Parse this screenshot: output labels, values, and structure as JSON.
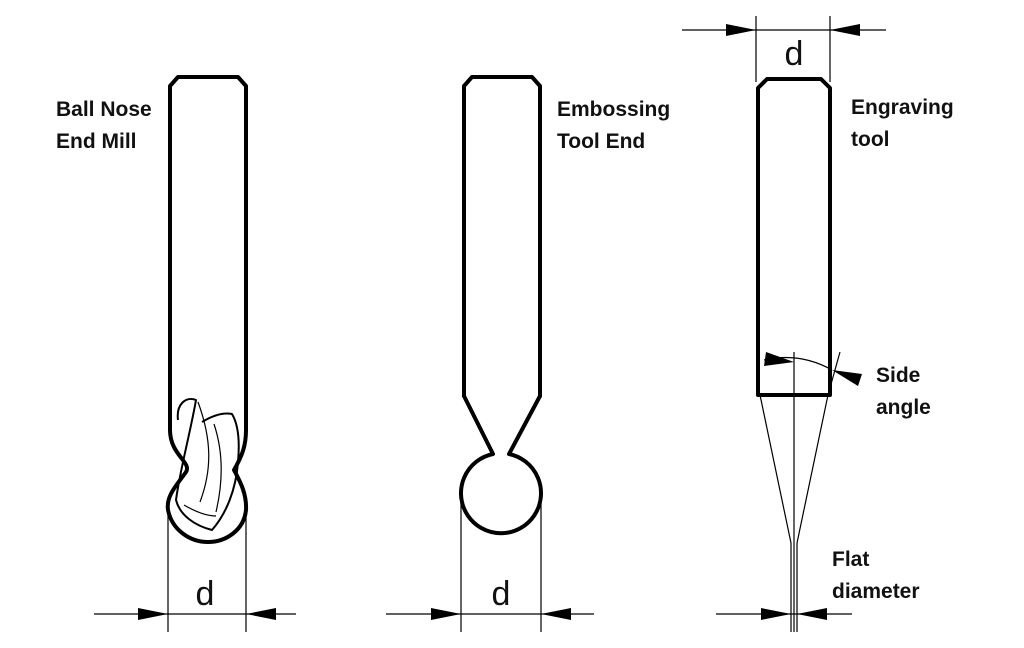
{
  "tools": [
    {
      "id": "ball-nose",
      "label_lines": [
        "Ball Nose",
        "End Mill"
      ],
      "dimension_label": "d"
    },
    {
      "id": "embossing",
      "label_lines": [
        "Embossing",
        "Tool End"
      ],
      "dimension_label": "d"
    },
    {
      "id": "engraving",
      "label_lines": [
        "Engraving",
        "tool"
      ],
      "dimension_label": "d"
    }
  ],
  "engraving_annotations": {
    "side_angle_lines": [
      "Side",
      "angle"
    ],
    "flat_diameter_lines": [
      "Flat",
      "diameter"
    ]
  },
  "colors": {
    "line": "#000000",
    "background": "#ffffff"
  }
}
